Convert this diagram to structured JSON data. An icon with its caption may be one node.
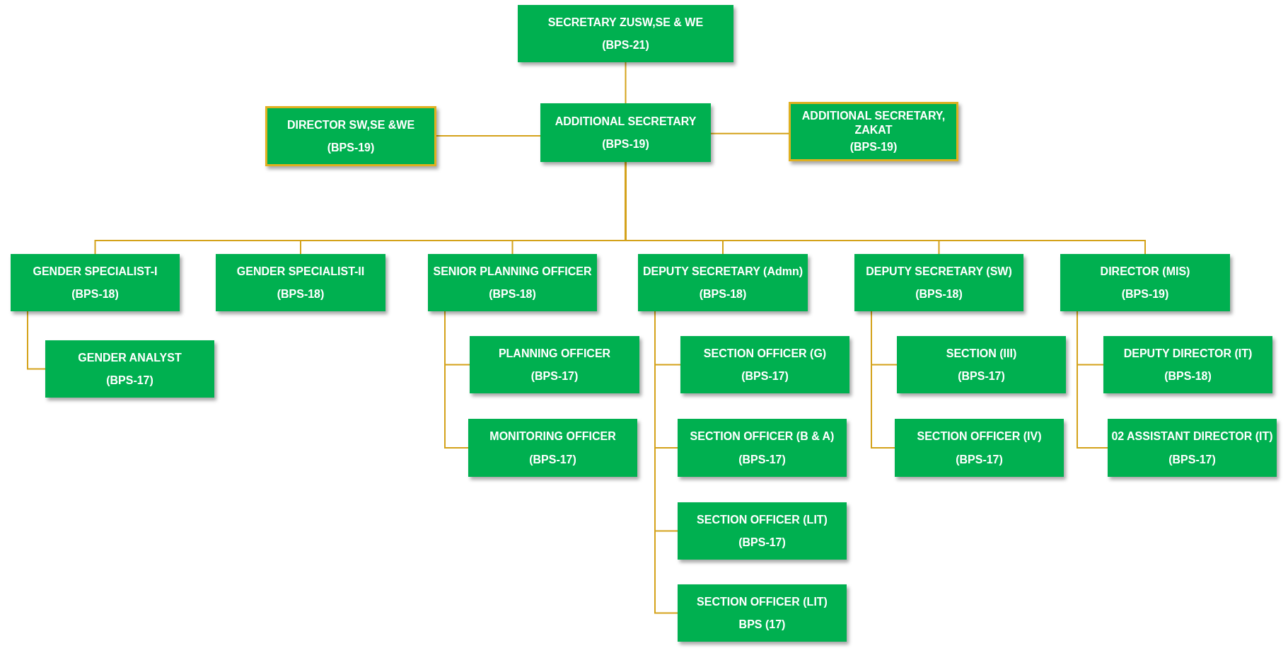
{
  "diagram": {
    "nodes": [
      {
        "text": [
          "SECRETARY ZUSW,SE & WE",
          "(BPS-21)"
        ]
      },
      {
        "text": [
          "DIRECTOR SW,SE &WE",
          "(BPS-19)"
        ]
      },
      {
        "text": [
          "ADDITIONAL SECRETARY",
          "(BPS-19)"
        ]
      },
      {
        "text": [
          "ADDITIONAL SECRETARY, ZAKAT",
          "(BPS-19)"
        ]
      },
      {
        "text": [
          "GENDER SPECIALIST-I",
          "(BPS-18)"
        ]
      },
      {
        "text": [
          "GENDER SPECIALIST-II",
          "(BPS-18)"
        ]
      },
      {
        "text": [
          "SENIOR PLANNING OFFICER",
          "(BPS-18)"
        ]
      },
      {
        "text": [
          "DEPUTY SECRETARY (Admn)",
          "(BPS-18)"
        ]
      },
      {
        "text": [
          "DEPUTY SECRETARY (SW)",
          "(BPS-18)"
        ]
      },
      {
        "text": [
          "DIRECTOR (MIS)",
          "(BPS-19)"
        ]
      },
      {
        "text": [
          "GENDER ANALYST",
          "(BPS-17)"
        ]
      },
      {
        "text": [
          "PLANNING OFFICER",
          "(BPS-17)"
        ]
      },
      {
        "text": [
          "MONITORING OFFICER",
          "(BPS-17)"
        ]
      },
      {
        "text": [
          "SECTION OFFICER (G)",
          "(BPS-17)"
        ]
      },
      {
        "text": [
          "SECTION OFFICER (B & A)",
          "(BPS-17)"
        ]
      },
      {
        "text": [
          "SECTION OFFICER (LIT)",
          "(BPS-17)"
        ]
      },
      {
        "text": [
          "SECTION OFFICER (LIT)",
          "BPS (17)"
        ]
      },
      {
        "text": [
          "SECTION (III)",
          "(BPS-17)"
        ]
      },
      {
        "text": [
          "SECTION OFFICER (IV)",
          "(BPS-17)"
        ]
      },
      {
        "text": [
          "DEPUTY DIRECTOR (IT)",
          "(BPS-18)"
        ]
      },
      {
        "text": [
          "02 ASSISTANT DIRECTOR (IT)",
          "(BPS-17)"
        ]
      }
    ],
    "edges": [
      {
        "from": 0,
        "to": 2,
        "arrow": "none"
      },
      {
        "from": 2,
        "to": 1,
        "arrow": "none"
      },
      {
        "from": 2,
        "to": 3,
        "arrow": "none"
      },
      {
        "from": 2,
        "to": 4,
        "arrow": "none"
      },
      {
        "from": 2,
        "to": 5,
        "arrow": "none"
      },
      {
        "from": 2,
        "to": 6,
        "arrow": "none"
      },
      {
        "from": 2,
        "to": 7,
        "arrow": "none"
      },
      {
        "from": 2,
        "to": 8,
        "arrow": "none"
      },
      {
        "from": 2,
        "to": 9,
        "arrow": "none"
      },
      {
        "from": 4,
        "to": 10,
        "arrow": "none"
      },
      {
        "from": 6,
        "to": 11,
        "arrow": "none"
      },
      {
        "from": 6,
        "to": 12,
        "arrow": "none"
      },
      {
        "from": 7,
        "to": 13,
        "arrow": "none"
      },
      {
        "from": 7,
        "to": 14,
        "arrow": "none"
      },
      {
        "from": 7,
        "to": 15,
        "arrow": "none"
      },
      {
        "from": 7,
        "to": 16,
        "arrow": "none"
      },
      {
        "from": 8,
        "to": 17,
        "arrow": "none"
      },
      {
        "from": 8,
        "to": 18,
        "arrow": "none"
      },
      {
        "from": 9,
        "to": 19,
        "arrow": "none"
      },
      {
        "from": 9,
        "to": 20,
        "arrow": "none"
      }
    ]
  }
}
